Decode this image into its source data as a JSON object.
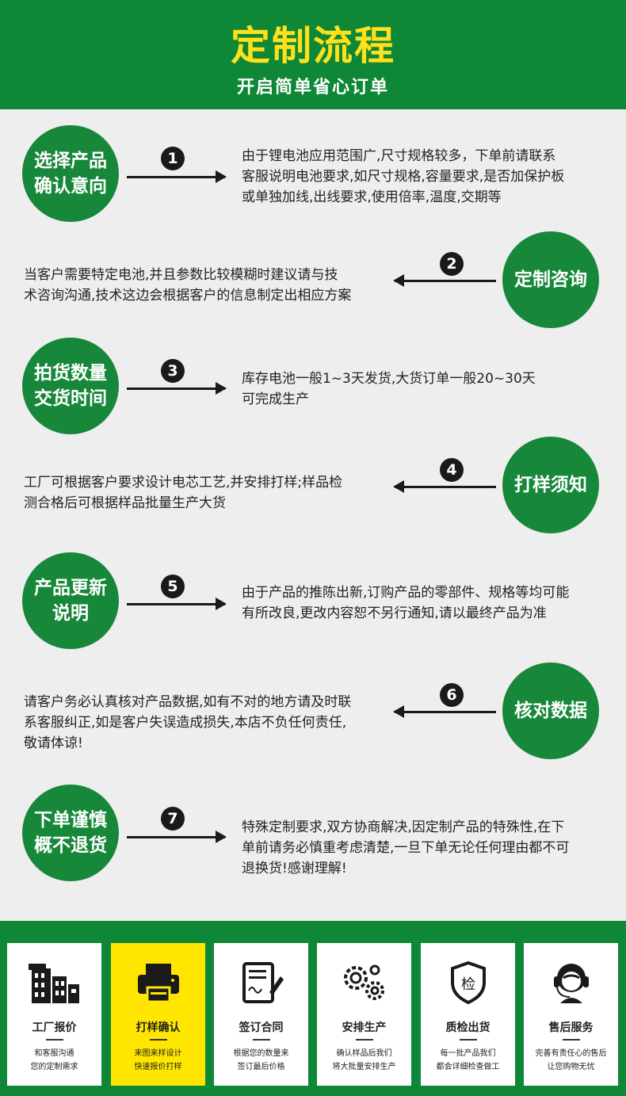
{
  "header": {
    "title": "定制流程",
    "subtitle": "开启简单省心订单"
  },
  "steps": [
    {
      "num": "1",
      "line1": "选择产品",
      "line2": "确认意向",
      "desc": [
        "由于锂电池应用范围广,尺寸规格较多，下单前请联系",
        "客服说明电池要求,如尺寸规格,容量要求,是否加保护板",
        "或单独加线,出线要求,使用倍率,温度,交期等"
      ]
    },
    {
      "num": "2",
      "line1": "定制咨询",
      "line2": "",
      "desc": [
        "当客户需要特定电池,并且参数比较模糊时建议请与技",
        "术咨询沟通,技术这边会根据客户的信息制定出相应方案"
      ]
    },
    {
      "num": "3",
      "line1": "拍货数量",
      "line2": "交货时间",
      "desc": [
        "库存电池一般1~3天发货,大货订单一般20~30天",
        "可完成生产"
      ]
    },
    {
      "num": "4",
      "line1": "打样须知",
      "line2": "",
      "desc": [
        "工厂可根据客户要求设计电芯工艺,并安排打样;样品检",
        "测合格后可根据样品批量生产大货"
      ]
    },
    {
      "num": "5",
      "line1": "产品更新",
      "line2": "说明",
      "desc": [
        "由于产品的推陈出新,订购产品的零部件、规格等均可能",
        "有所改良,更改内容恕不另行通知,请以最终产品为准"
      ]
    },
    {
      "num": "6",
      "line1": "核对数据",
      "line2": "",
      "desc": [
        "请客户务必认真核对产品数据,如有不对的地方请及时联",
        "系客服纠正,如是客户失误造成损失,本店不负任何责任,",
        "敬请体谅!"
      ]
    },
    {
      "num": "7",
      "line1": "下单谨慎",
      "line2": "概不退货",
      "desc": [
        "特殊定制要求,双方协商解决,因定制产品的特殊性,在下",
        "单前请务必慎重考虑清楚,一旦下单无论任何理由都不可",
        "退换货!感谢理解!"
      ]
    }
  ],
  "footer": {
    "cards": [
      {
        "icon": "building-icon",
        "title": "工厂报价",
        "desc1": "和客服沟通",
        "desc2": "您的定制需求"
      },
      {
        "icon": "printer-icon",
        "title": "打样确认",
        "desc1": "来图来样设计",
        "desc2": "快速报价打样"
      },
      {
        "icon": "contract-icon",
        "title": "签订合同",
        "desc1": "根据您的数量来",
        "desc2": "签订最后价格"
      },
      {
        "icon": "gears-icon",
        "title": "安排生产",
        "desc1": "确认样品后我们",
        "desc2": "将大批量安排生产"
      },
      {
        "icon": "inspection-shield-icon",
        "title": "质检出货",
        "desc1": "每一批产品我们",
        "desc2": "都会详细检查做工"
      },
      {
        "icon": "headset-service-icon",
        "title": "售后服务",
        "desc1": "完善有责任心的售后",
        "desc2": "让您购物无忧"
      }
    ],
    "inspect_char": "检"
  },
  "colors": {
    "brand_green": "#0e8737",
    "circle_green": "#17873a",
    "title_yellow": "#ffe01a",
    "highlight_yellow": "#ffe600"
  }
}
